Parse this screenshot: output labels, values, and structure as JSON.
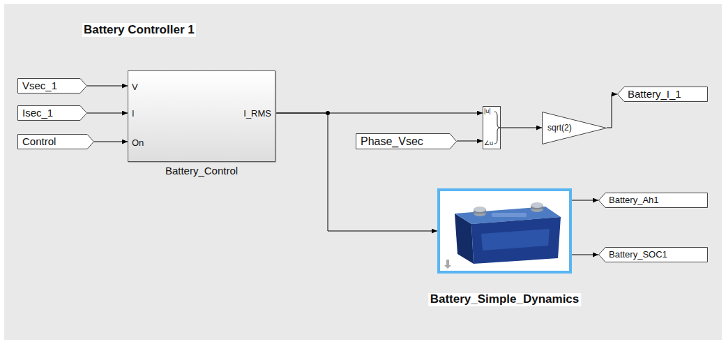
{
  "diagram": {
    "title": "Battery Controller 1",
    "nodes": [
      {
        "text": [
          "Vsec_1"
        ]
      },
      {
        "text": [
          "Isec_1"
        ]
      },
      {
        "text": [
          "Control"
        ]
      },
      {
        "text": [
          "V",
          "I",
          "On",
          "I_RMS",
          "Battery_Control"
        ]
      },
      {
        "text": [
          "Phase_Vsec"
        ]
      },
      {
        "text": [
          "|u|",
          "∠u"
        ]
      },
      {
        "text": [
          "sqrt(2)"
        ]
      },
      {
        "text": [
          "Battery_I_1"
        ]
      },
      {
        "text": [
          "Battery_Simple_Dynamics"
        ]
      },
      {
        "text": [
          "Battery_Ah1"
        ]
      },
      {
        "text": [
          "Battery_SOC1"
        ]
      }
    ],
    "edges": [
      {
        "from": 0,
        "to": 3,
        "arrow": "to"
      },
      {
        "from": 1,
        "to": 3,
        "arrow": "to"
      },
      {
        "from": 2,
        "to": 3,
        "arrow": "to"
      },
      {
        "from": 3,
        "to": 5,
        "arrow": "to"
      },
      {
        "from": 3,
        "to": 8,
        "arrow": "to"
      },
      {
        "from": 4,
        "to": 5,
        "arrow": "to"
      },
      {
        "from": 5,
        "to": 6,
        "arrow": "to"
      },
      {
        "from": 6,
        "to": 7,
        "arrow": "to"
      },
      {
        "from": 8,
        "to": 9,
        "arrow": "to"
      },
      {
        "from": 8,
        "to": 10,
        "arrow": "to"
      }
    ]
  }
}
